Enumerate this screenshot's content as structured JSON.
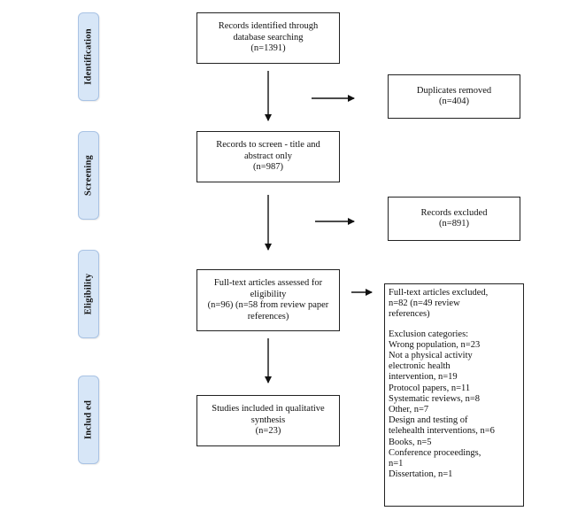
{
  "phases": {
    "identification": "Identification",
    "screening": "Screening",
    "eligibility": "Eligibility",
    "included": "Includ ed"
  },
  "boxes": {
    "identified": {
      "lines": [
        "Records identified through",
        "database searching",
        "(n=1391)"
      ]
    },
    "duplicates": {
      "lines": [
        "Duplicates removed",
        "(n=404)"
      ]
    },
    "screen": {
      "lines": [
        "Records to screen - title and",
        "abstract only",
        "(n=987)"
      ]
    },
    "excluded": {
      "lines": [
        "Records excluded",
        "(n=891)"
      ]
    },
    "fulltext": {
      "lines": [
        "Full-text articles assessed for",
        "eligibility",
        "(n=96) (n=58 from review paper",
        "references)"
      ]
    },
    "fulltext_excluded": {
      "intro": [
        "Full-text articles excluded,",
        "n=82 (n=49 review",
        "references)"
      ],
      "categories_heading": "Exclusion categories:",
      "categories": [
        "Wrong population, n=23",
        "Not a physical activity",
        "electronic health",
        "intervention, n=19",
        "Protocol papers, n=11",
        "Systematic reviews, n=8",
        "Other, n=7",
        "Design and testing of",
        "telehealth interventions, n=6",
        "Books, n=5",
        "Conference proceedings,",
        "n=1",
        "Dissertation, n=1"
      ]
    },
    "included": {
      "lines": [
        "Studies included in qualitative",
        "synthesis",
        "(n=23)"
      ]
    }
  }
}
